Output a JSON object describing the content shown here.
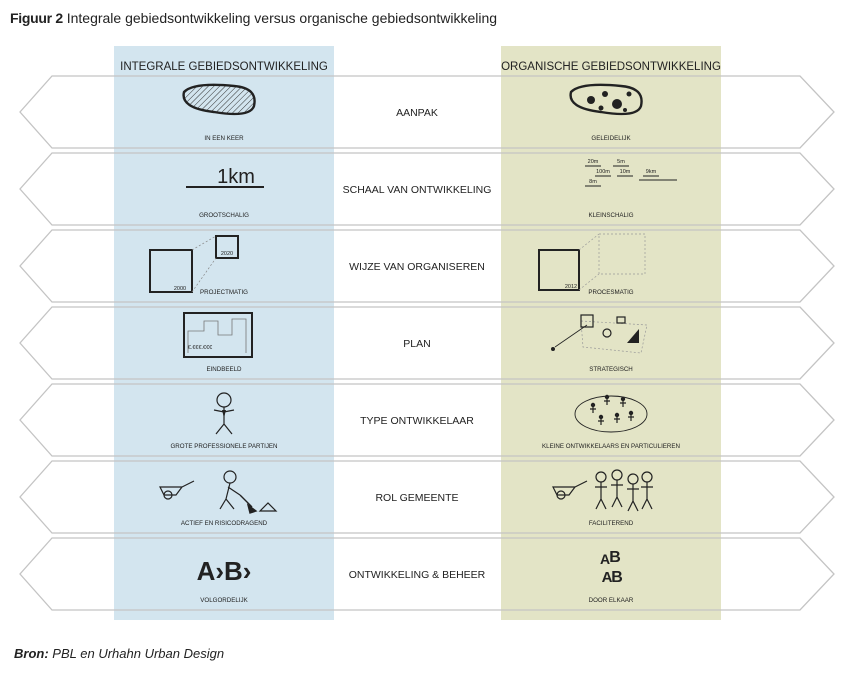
{
  "figure": {
    "number": "Figuur 2",
    "title": "Integrale gebiedsontwikkeling versus organische gebiedsontwikkeling"
  },
  "columns": {
    "left": "INTEGRALE GEBIEDSONTWIKKELING",
    "right": "ORGANISCHE GEBIEDSONTWIKKELING"
  },
  "colors": {
    "left_panel": "#d3e5ef",
    "right_panel": "#e3e4c6",
    "outline": "#c4c4c4",
    "ink": "#222222"
  },
  "rows": [
    {
      "center": "AANPAK",
      "left_caption": "IN EEN KEER",
      "right_caption": "GELEIDELIJK",
      "left_icon": "hatched-area-icon",
      "right_icon": "scattered-spots-area-icon"
    },
    {
      "center": "SCHAAL VAN ONTWIKKELING",
      "left_caption": "GROOTSCHALIG",
      "right_caption": "KLEINSCHALIG",
      "left_icon": "scale-bar-icon",
      "right_icon": "small-scale-bars-icon",
      "left_scale": "1km",
      "right_scales": [
        "20m",
        "5m",
        "100m",
        "10m",
        "8m",
        "9km"
      ]
    },
    {
      "center": "WIJZE VAN ORGANISEREN",
      "left_caption": "PROJECTMATIG",
      "right_caption": "PROCESMATIG",
      "left_icon": "project-frames-icon",
      "right_icon": "process-frame-icon",
      "left_years": [
        "2000",
        "2020"
      ],
      "right_year": "2012"
    },
    {
      "center": "PLAN",
      "left_caption": "EINDBEELD",
      "right_caption": "STRATEGISCH",
      "left_icon": "city-picture-icon",
      "right_icon": "strategy-map-icon",
      "left_price": "€.€€€.€€€"
    },
    {
      "center": "TYPE  ONTWIKKELAAR",
      "left_caption": "GROTE PROFESSIONELE PARTIJEN",
      "right_caption": "KLEINE ONTWIKKELAARS EN PARTICULIEREN",
      "left_icon": "businessman-icon",
      "right_icon": "group-of-people-icon"
    },
    {
      "center": "ROL  GEMEENTE",
      "left_caption": "ACTIEF EN RISICODRAGEND",
      "right_caption": "FACILITEREND",
      "left_icon": "worker-with-shovel-icon",
      "right_icon": "wheelbarrow-and-people-icon"
    },
    {
      "center": "ONTWIKKELING & BEHEER",
      "left_caption": "VOLGORDELIJK",
      "right_caption": "DOOR ELKAAR",
      "left_icon": "sequence-ab-icon",
      "right_icon": "jumbled-letters-icon",
      "left_sequence": "A›B›",
      "right_letters": [
        "A",
        "B",
        "A",
        "B"
      ]
    }
  ],
  "source": {
    "label": "Bron:",
    "text": "PBL en Urhahn Urban Design"
  }
}
